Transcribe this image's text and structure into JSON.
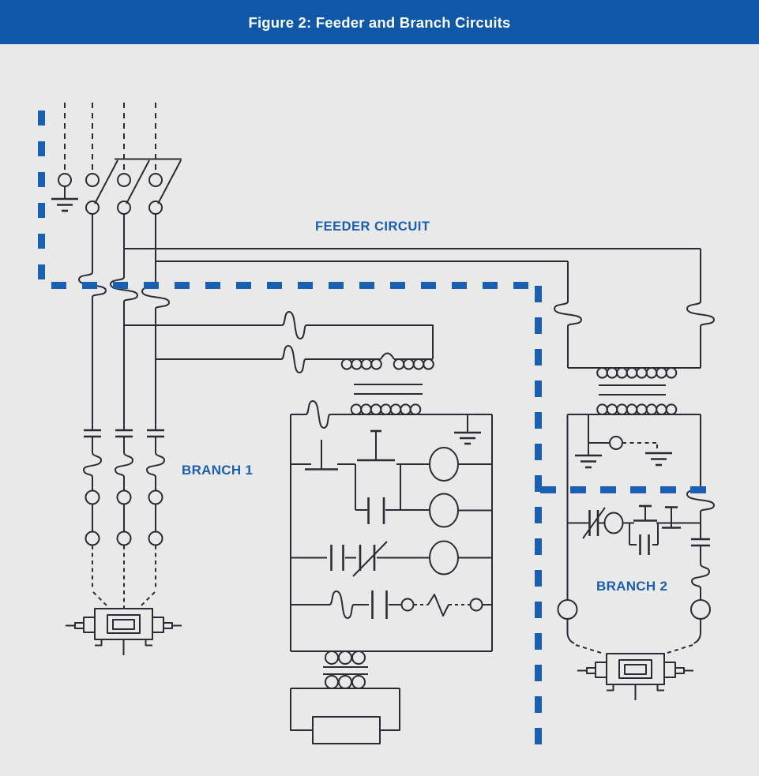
{
  "header": {
    "title": "Figure 2:  Feeder and Branch Circuits"
  },
  "labels": {
    "feeder": "FEEDER CIRCUIT",
    "branch1": "BRANCH 1",
    "branch2": "BRANCH 2"
  },
  "colors": {
    "header_bg": "#0e58a7",
    "title_text": "#ffffff",
    "background": "#e9e9ea",
    "line": "#2b2b31",
    "accent": "#1b60b0",
    "label": "#1b5ea9"
  },
  "symbols": [
    "three-phase-disconnect-switch",
    "ground-electrode",
    "feeder-conductors",
    "dashed-feeder-boundary",
    "fuse-elements",
    "overload-elements",
    "contact-terminals",
    "control-transformer",
    "grounded-secondary",
    "start-stop-pushbutton-station",
    "coil-circles",
    "load-box",
    "motor-branch-1",
    "motor-branch-2"
  ]
}
